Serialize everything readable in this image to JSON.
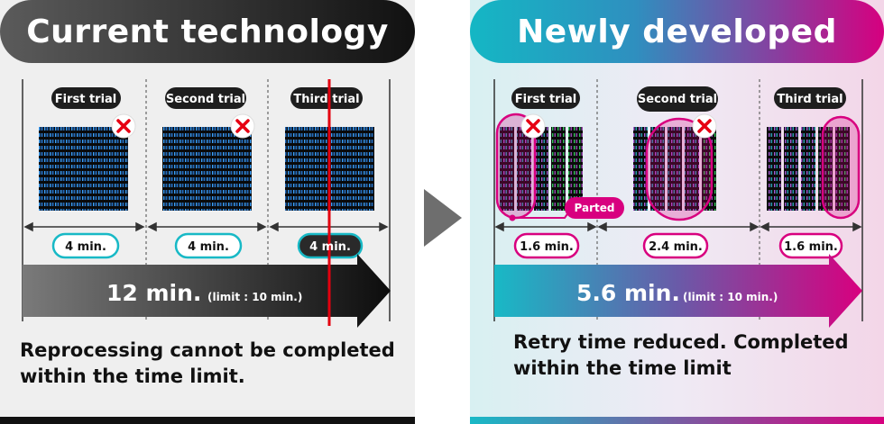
{
  "left": {
    "title": "Current technology",
    "trials": [
      "First trial",
      "Second trial",
      "Third trial"
    ],
    "durations": [
      "4 min.",
      "4 min.",
      "4 min."
    ],
    "total": "12 min.",
    "limit": "(limit : 10 min.)",
    "caption": "Reprocessing cannot be completed within the time limit."
  },
  "right": {
    "title": "Newly developed",
    "trials": [
      "First trial",
      "Second trial",
      "Third trial"
    ],
    "parted_label": "Parted",
    "durations": [
      "1.6 min.",
      "2.4 min.",
      "1.6 min."
    ],
    "total": "5.6 min.",
    "limit": "(limit : 10 min.)",
    "caption": "Retry time reduced. Completed within the time limit"
  },
  "colors": {
    "cyan": "#18b9c6",
    "magenta": "#d8007f",
    "limit_line": "#e3000f",
    "fail_x": "#e60012"
  },
  "icons": [
    "x-fail-icon",
    "right-arrow-icon",
    "binary-data-block"
  ]
}
